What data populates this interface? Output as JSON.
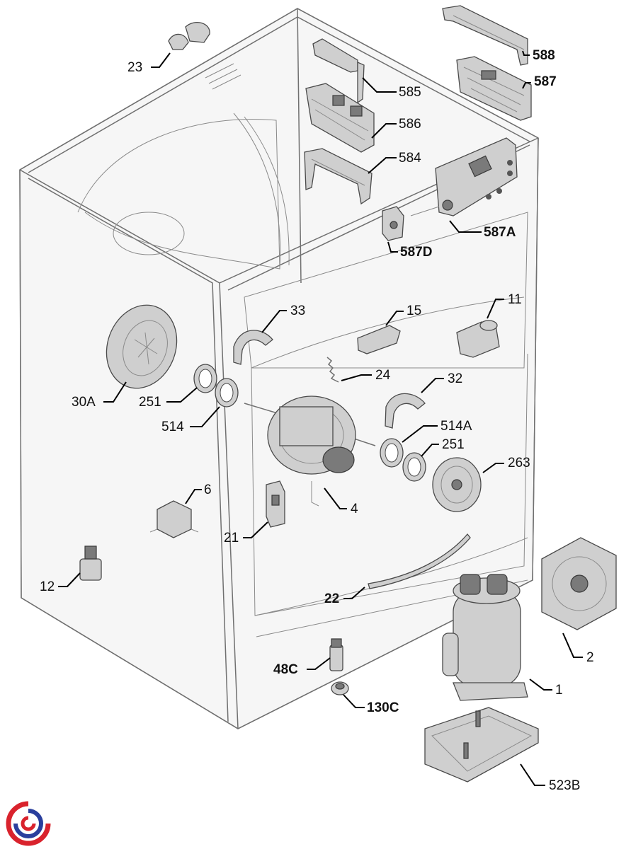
{
  "diagram": {
    "callouts": [
      {
        "id": "c23",
        "text": "23",
        "bold": false
      },
      {
        "id": "c588",
        "text": "588",
        "bold": true
      },
      {
        "id": "c587",
        "text": "587",
        "bold": true
      },
      {
        "id": "c585",
        "text": "585",
        "bold": false
      },
      {
        "id": "c586",
        "text": "586",
        "bold": false
      },
      {
        "id": "c584",
        "text": "584",
        "bold": false
      },
      {
        "id": "c587A",
        "text": "587A",
        "bold": true
      },
      {
        "id": "c587D",
        "text": "587D",
        "bold": true
      },
      {
        "id": "c33",
        "text": "33",
        "bold": false
      },
      {
        "id": "c15",
        "text": "15",
        "bold": false
      },
      {
        "id": "c11",
        "text": "11",
        "bold": false
      },
      {
        "id": "c24",
        "text": "24",
        "bold": false
      },
      {
        "id": "c30A",
        "text": "30A",
        "bold": false
      },
      {
        "id": "c251a",
        "text": "251",
        "bold": false
      },
      {
        "id": "c514",
        "text": "514",
        "bold": false
      },
      {
        "id": "c32",
        "text": "32",
        "bold": false
      },
      {
        "id": "c514A",
        "text": "514A",
        "bold": false
      },
      {
        "id": "c251b",
        "text": "251",
        "bold": false
      },
      {
        "id": "c263",
        "text": "263",
        "bold": false
      },
      {
        "id": "c6",
        "text": "6",
        "bold": false
      },
      {
        "id": "c4",
        "text": "4",
        "bold": false
      },
      {
        "id": "c21",
        "text": "21",
        "bold": false
      },
      {
        "id": "c12",
        "text": "12",
        "bold": false
      },
      {
        "id": "c22",
        "text": "22",
        "bold": true
      },
      {
        "id": "c2",
        "text": "2",
        "bold": false
      },
      {
        "id": "c48C",
        "text": "48C",
        "bold": true
      },
      {
        "id": "c1",
        "text": "1",
        "bold": false
      },
      {
        "id": "c130C",
        "text": "130C",
        "bold": true
      },
      {
        "id": "c523B",
        "text": "523B",
        "bold": false
      }
    ],
    "colors": {
      "line": "#707070",
      "shade": "#dcdcdc",
      "logo_red": "#d9232d",
      "logo_blue": "#2a3f9d"
    }
  }
}
